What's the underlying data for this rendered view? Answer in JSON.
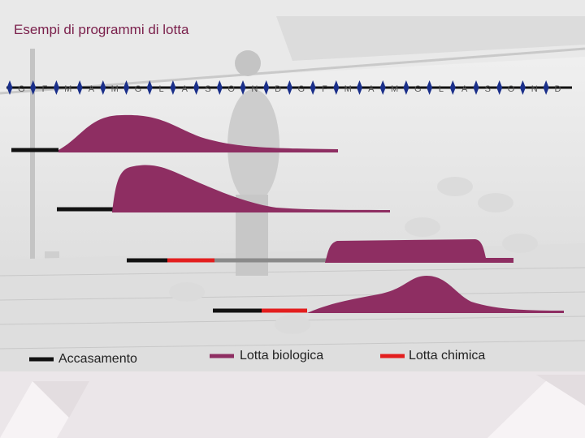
{
  "title": "Esempi di programmi di lotta",
  "months": [
    "G",
    "F",
    "M",
    "A",
    "M",
    "G",
    "L",
    "A",
    "S",
    "O",
    "N",
    "D",
    "G",
    "F",
    "M",
    "A",
    "M",
    "G",
    "L",
    "A",
    "S",
    "O",
    "N",
    "D"
  ],
  "legend": {
    "accasamento": "Accasamento",
    "biologica": "Lotta biologica",
    "chimica": "Lotta chimica"
  },
  "colors": {
    "accasamento": "#111111",
    "biologica": "#8e2e62",
    "chimica": "#e31e1e",
    "inactive": "#8a8a8a",
    "timeline_node": "#1a2f8a"
  }
}
